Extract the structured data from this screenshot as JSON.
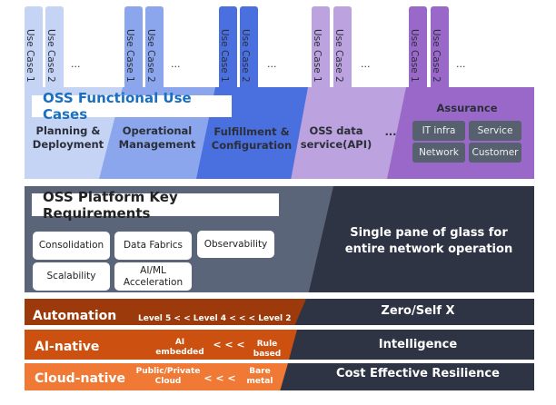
{
  "use_case_groups": [
    {
      "labels": [
        "Use Case 1",
        "Use Case 2"
      ],
      "ellipsis": "...",
      "color": "#c5d3f5"
    },
    {
      "labels": [
        "Use Case 1",
        "Use Case 2"
      ],
      "ellipsis": "...",
      "color": "#8ba6ec"
    },
    {
      "labels": [
        "Use Case 1",
        "Use Case 2"
      ],
      "ellipsis": "...",
      "color": "#4a70e0"
    },
    {
      "labels": [
        "Use Case 1",
        "Use Case 2"
      ],
      "ellipsis": "...",
      "color": "#bca2de"
    },
    {
      "labels": [
        "Use Case 1",
        "Use Case 2"
      ],
      "ellipsis": "...",
      "color": "#9a68c8"
    }
  ],
  "functional": {
    "title": "OSS Functional Use Cases",
    "segments": [
      "Planning & Deployment",
      "Operational Management",
      "Fulfillment & Configuration",
      "OSS data service(API)"
    ],
    "ellipsis": "...",
    "assurance": {
      "title": "Assurance",
      "items": [
        "IT infra",
        "Service",
        "Network",
        "Customer"
      ]
    }
  },
  "platform": {
    "title": "OSS Platform Key Requirements",
    "chips": [
      "Consolidation",
      "Data Fabrics",
      "Observability",
      "Scalability",
      "AI/ML Acceleration"
    ],
    "right_text": "Single pane of glass for entire network operation"
  },
  "layers": [
    {
      "name": "Automation",
      "detail": [
        "Level 5 < < Level 4 < < < Level 2"
      ],
      "result": "Zero/Self X",
      "color": "#9c3a0b"
    },
    {
      "name": "AI-native",
      "detail": [
        "AI embedded",
        "< < <",
        "Rule based"
      ],
      "result": "Intelligence",
      "color": "#cc5010"
    },
    {
      "name": "Cloud-native",
      "detail": [
        "Public/Private Cloud",
        "< < <",
        "Bare metal"
      ],
      "result": "Cost Effective Resilience",
      "color": "#f07a35"
    }
  ],
  "colors": {
    "dark": "#2e3443",
    "platform_grey": "#5b6579",
    "title_blue": "#1a6fc0"
  }
}
